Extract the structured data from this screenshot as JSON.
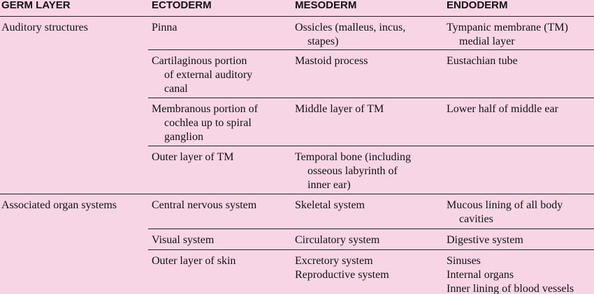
{
  "headers": [
    "GERM LAYER",
    "ECTODERM",
    "MESODERM",
    "ENDODERM"
  ],
  "groups": [
    {
      "label": "Auditory structures",
      "rows": [
        {
          "ectoderm": [
            "Pinna"
          ],
          "mesoderm": [
            "Ossicles (malleus, incus,",
            "stapes)"
          ],
          "endoderm": [
            "Tympanic membrane (TM)",
            "medial layer"
          ]
        },
        {
          "ectoderm": [
            "Cartilaginous portion",
            "of external auditory",
            "canal"
          ],
          "mesoderm": [
            "Mastoid process"
          ],
          "endoderm": [
            "Eustachian tube"
          ]
        },
        {
          "ectoderm": [
            "Membranous portion of",
            "cochlea up to spiral",
            "ganglion"
          ],
          "mesoderm": [
            "Middle layer of TM"
          ],
          "endoderm": [
            "Lower half of middle ear"
          ]
        },
        {
          "ectoderm": [
            "Outer layer of TM"
          ],
          "mesoderm": [
            "Temporal bone (including",
            "osseous labyrinth of",
            "inner ear)"
          ],
          "endoderm": []
        }
      ]
    },
    {
      "label": "Associated organ systems",
      "rows": [
        {
          "ectoderm": [
            "Central nervous system"
          ],
          "mesoderm": [
            "Skeletal system"
          ],
          "endoderm": [
            "Mucous lining of all body",
            "cavities"
          ]
        },
        {
          "ectoderm": [
            "Visual system"
          ],
          "mesoderm": [
            "Circulatory system"
          ],
          "endoderm": [
            "Digestive system"
          ]
        },
        {
          "ectoderm": [
            "Outer layer of skin"
          ],
          "mesoderm": [
            "Excretory system",
            "Reproductive system"
          ],
          "endoderm": [
            "Sinuses",
            "Internal organs",
            "Inner lining of blood vessels"
          ]
        }
      ]
    }
  ]
}
